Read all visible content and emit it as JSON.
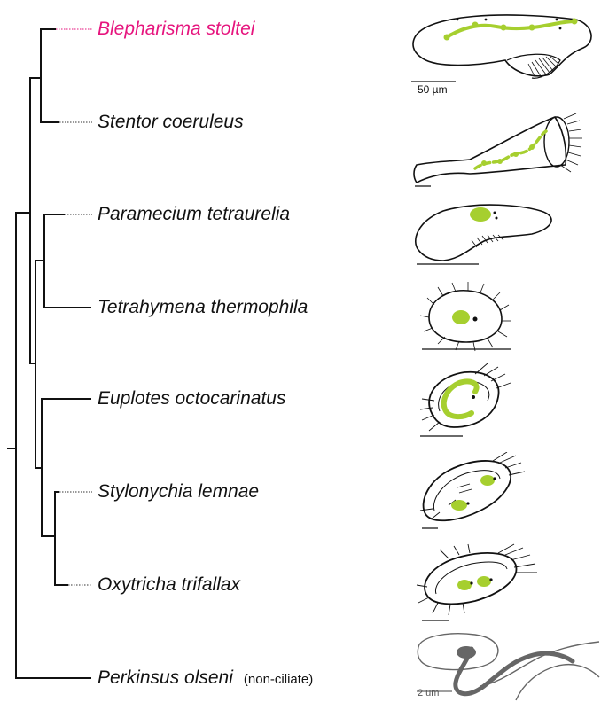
{
  "colors": {
    "highlight": "#e6157e",
    "nucleus": "#a6cf2f",
    "outline": "#111111",
    "outgroup": "#666666"
  },
  "taxa": [
    {
      "name": "Blepharisma stoltei",
      "highlight": true
    },
    {
      "name": "Stentor coeruleus"
    },
    {
      "name": "Paramecium tetraurelia"
    },
    {
      "name": "Tetrahymena thermophila"
    },
    {
      "name": "Euplotes octocarinatus"
    },
    {
      "name": "Stylonychia lemnae"
    },
    {
      "name": "Oxytricha trifallax"
    },
    {
      "name": "Perkinsus olseni",
      "note": "(non-ciliate)"
    }
  ],
  "scale_bars": {
    "ciliate": "50 µm",
    "perkinsus": "2 um"
  },
  "illustrations": [
    {
      "taxon": "Blepharisma stoltei",
      "icon": "elongate-cell-beaded-macronucleus"
    },
    {
      "taxon": "Stentor coeruleus",
      "icon": "trumpet-cell-beaded-macronucleus"
    },
    {
      "taxon": "Paramecium tetraurelia",
      "icon": "slipper-cell"
    },
    {
      "taxon": "Tetrahymena thermophila",
      "icon": "pear-shaped-ciliated-cell"
    },
    {
      "taxon": "Euplotes octocarinatus",
      "icon": "c-shaped-macronucleus-cell"
    },
    {
      "taxon": "Stylonychia lemnae",
      "icon": "hypotrich-cell"
    },
    {
      "taxon": "Oxytricha trifallax",
      "icon": "hypotrich-cell"
    },
    {
      "taxon": "Perkinsus olseni",
      "icon": "flagellate-cell"
    }
  ]
}
